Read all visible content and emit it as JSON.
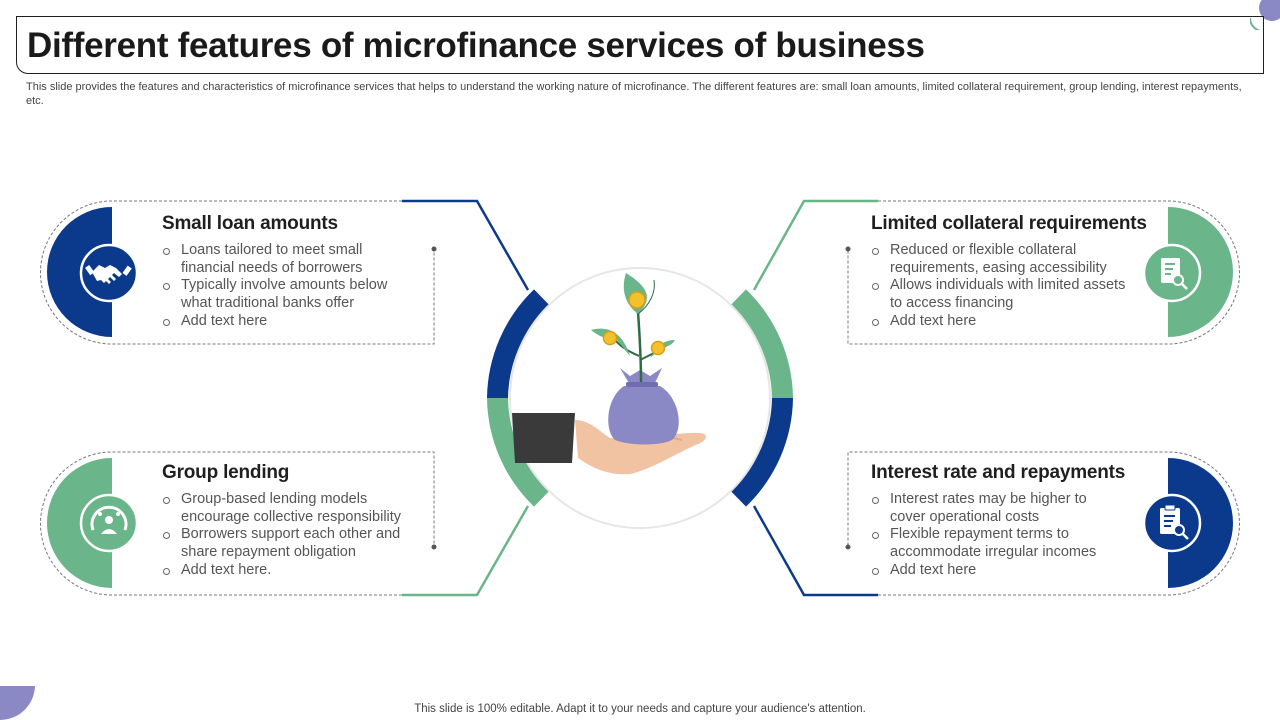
{
  "header": {
    "title": "Different features of microfinance services of business",
    "subtitle": "This slide provides the features and characteristics of microfinance services that helps to understand the working nature of microfinance. The different features are: small loan amounts, limited collateral requirement, group lending, interest repayments, etc."
  },
  "colors": {
    "navy": "#0b3a8c",
    "green": "#6bb58a",
    "purple": "#8b88c6"
  },
  "features": [
    {
      "title": "Small loan amounts",
      "icon": "handshake-icon",
      "bullets": [
        "Loans tailored to meet small financial needs of borrowers",
        "Typically involve amounts below what traditional banks offer",
        "Add text here"
      ]
    },
    {
      "title": "Limited collateral requirements",
      "icon": "document-search-icon",
      "bullets": [
        "Reduced or flexible collateral requirements, easing accessibility",
        "Allows individuals with limited assets to access financing",
        "Add text here"
      ]
    },
    {
      "title": "Group lending",
      "icon": "group-gauge-icon",
      "bullets": [
        "Group-based lending models encourage collective responsibility",
        "Borrowers support each other and share repayment obligation",
        "Add text here."
      ]
    },
    {
      "title": "Interest rate and repayments",
      "icon": "clipboard-search-icon",
      "bullets": [
        "Interest rates may be higher to cover operational costs",
        "Flexible repayment terms to accommodate irregular incomes",
        "Add text here"
      ]
    }
  ],
  "center": {
    "illustration": "hand-holding-money-bag-plant-icon"
  },
  "footer": {
    "text": "This slide is 100% editable. Adapt it to your needs and capture your audience's attention."
  }
}
